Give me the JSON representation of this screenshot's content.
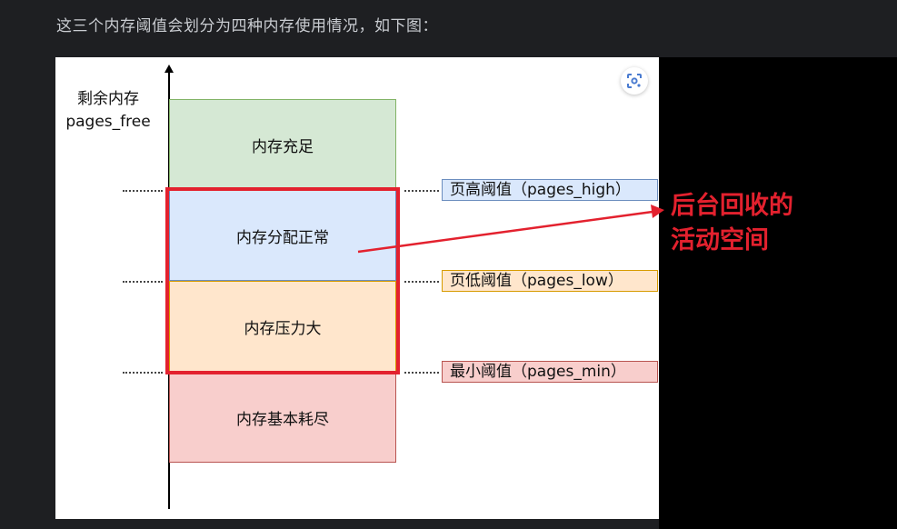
{
  "caption": "这三个内存阈值会划分为四种内存使用情况，如下图：",
  "diagram": {
    "axis_label_line1": "剩余内存",
    "axis_label_line2": "pages_free",
    "zones": {
      "z1": "内存充足",
      "z2": "内存分配正常",
      "z3": "内存压力大",
      "z4": "内存基本耗尽"
    },
    "thresholds": {
      "high": "页高阈值（pages_high）",
      "low": "页低阈值（pages_low）",
      "min": "最小阈值（pages_min）"
    },
    "callout_line1": "后台回收的",
    "callout_line2": "活动空间",
    "colors": {
      "green": "#d5e8d4",
      "blue": "#dae8fc",
      "orange": "#ffe6cc",
      "red_zone": "#f8cecc",
      "highlight": "#e3212e"
    }
  },
  "icons": {
    "lens": "google-lens-icon"
  }
}
